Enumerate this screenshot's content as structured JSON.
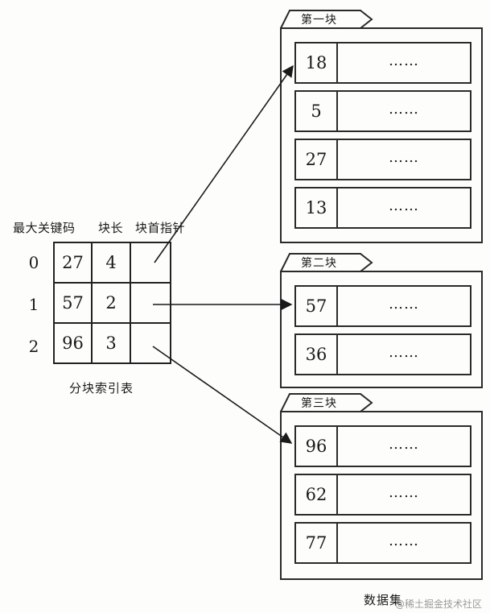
{
  "index_table": {
    "headers": [
      "最大关键码",
      "块长",
      "块首指针"
    ],
    "rows": [
      {
        "row_label": "0",
        "max_key": "27",
        "length": "4"
      },
      {
        "row_label": "1",
        "max_key": "57",
        "length": "2"
      },
      {
        "row_label": "2",
        "max_key": "96",
        "length": "3"
      }
    ],
    "caption": "分块索引表"
  },
  "blocks": [
    {
      "title": "第一块",
      "records": [
        {
          "key": "18",
          "placeholder": "……"
        },
        {
          "key": "5",
          "placeholder": "……"
        },
        {
          "key": "27",
          "placeholder": "……"
        },
        {
          "key": "13",
          "placeholder": "……"
        }
      ]
    },
    {
      "title": "第二块",
      "records": [
        {
          "key": "57",
          "placeholder": "……"
        },
        {
          "key": "36",
          "placeholder": "……"
        }
      ]
    },
    {
      "title": "第三块",
      "records": [
        {
          "key": "96",
          "placeholder": "……"
        },
        {
          "key": "62",
          "placeholder": "……"
        },
        {
          "key": "77",
          "placeholder": "……"
        }
      ]
    }
  ],
  "dataset_label": "数据集",
  "watermark": "@稀土掘金技术社区",
  "colors": {
    "line": "#1a1a1a",
    "background": "#fdfdfb"
  }
}
